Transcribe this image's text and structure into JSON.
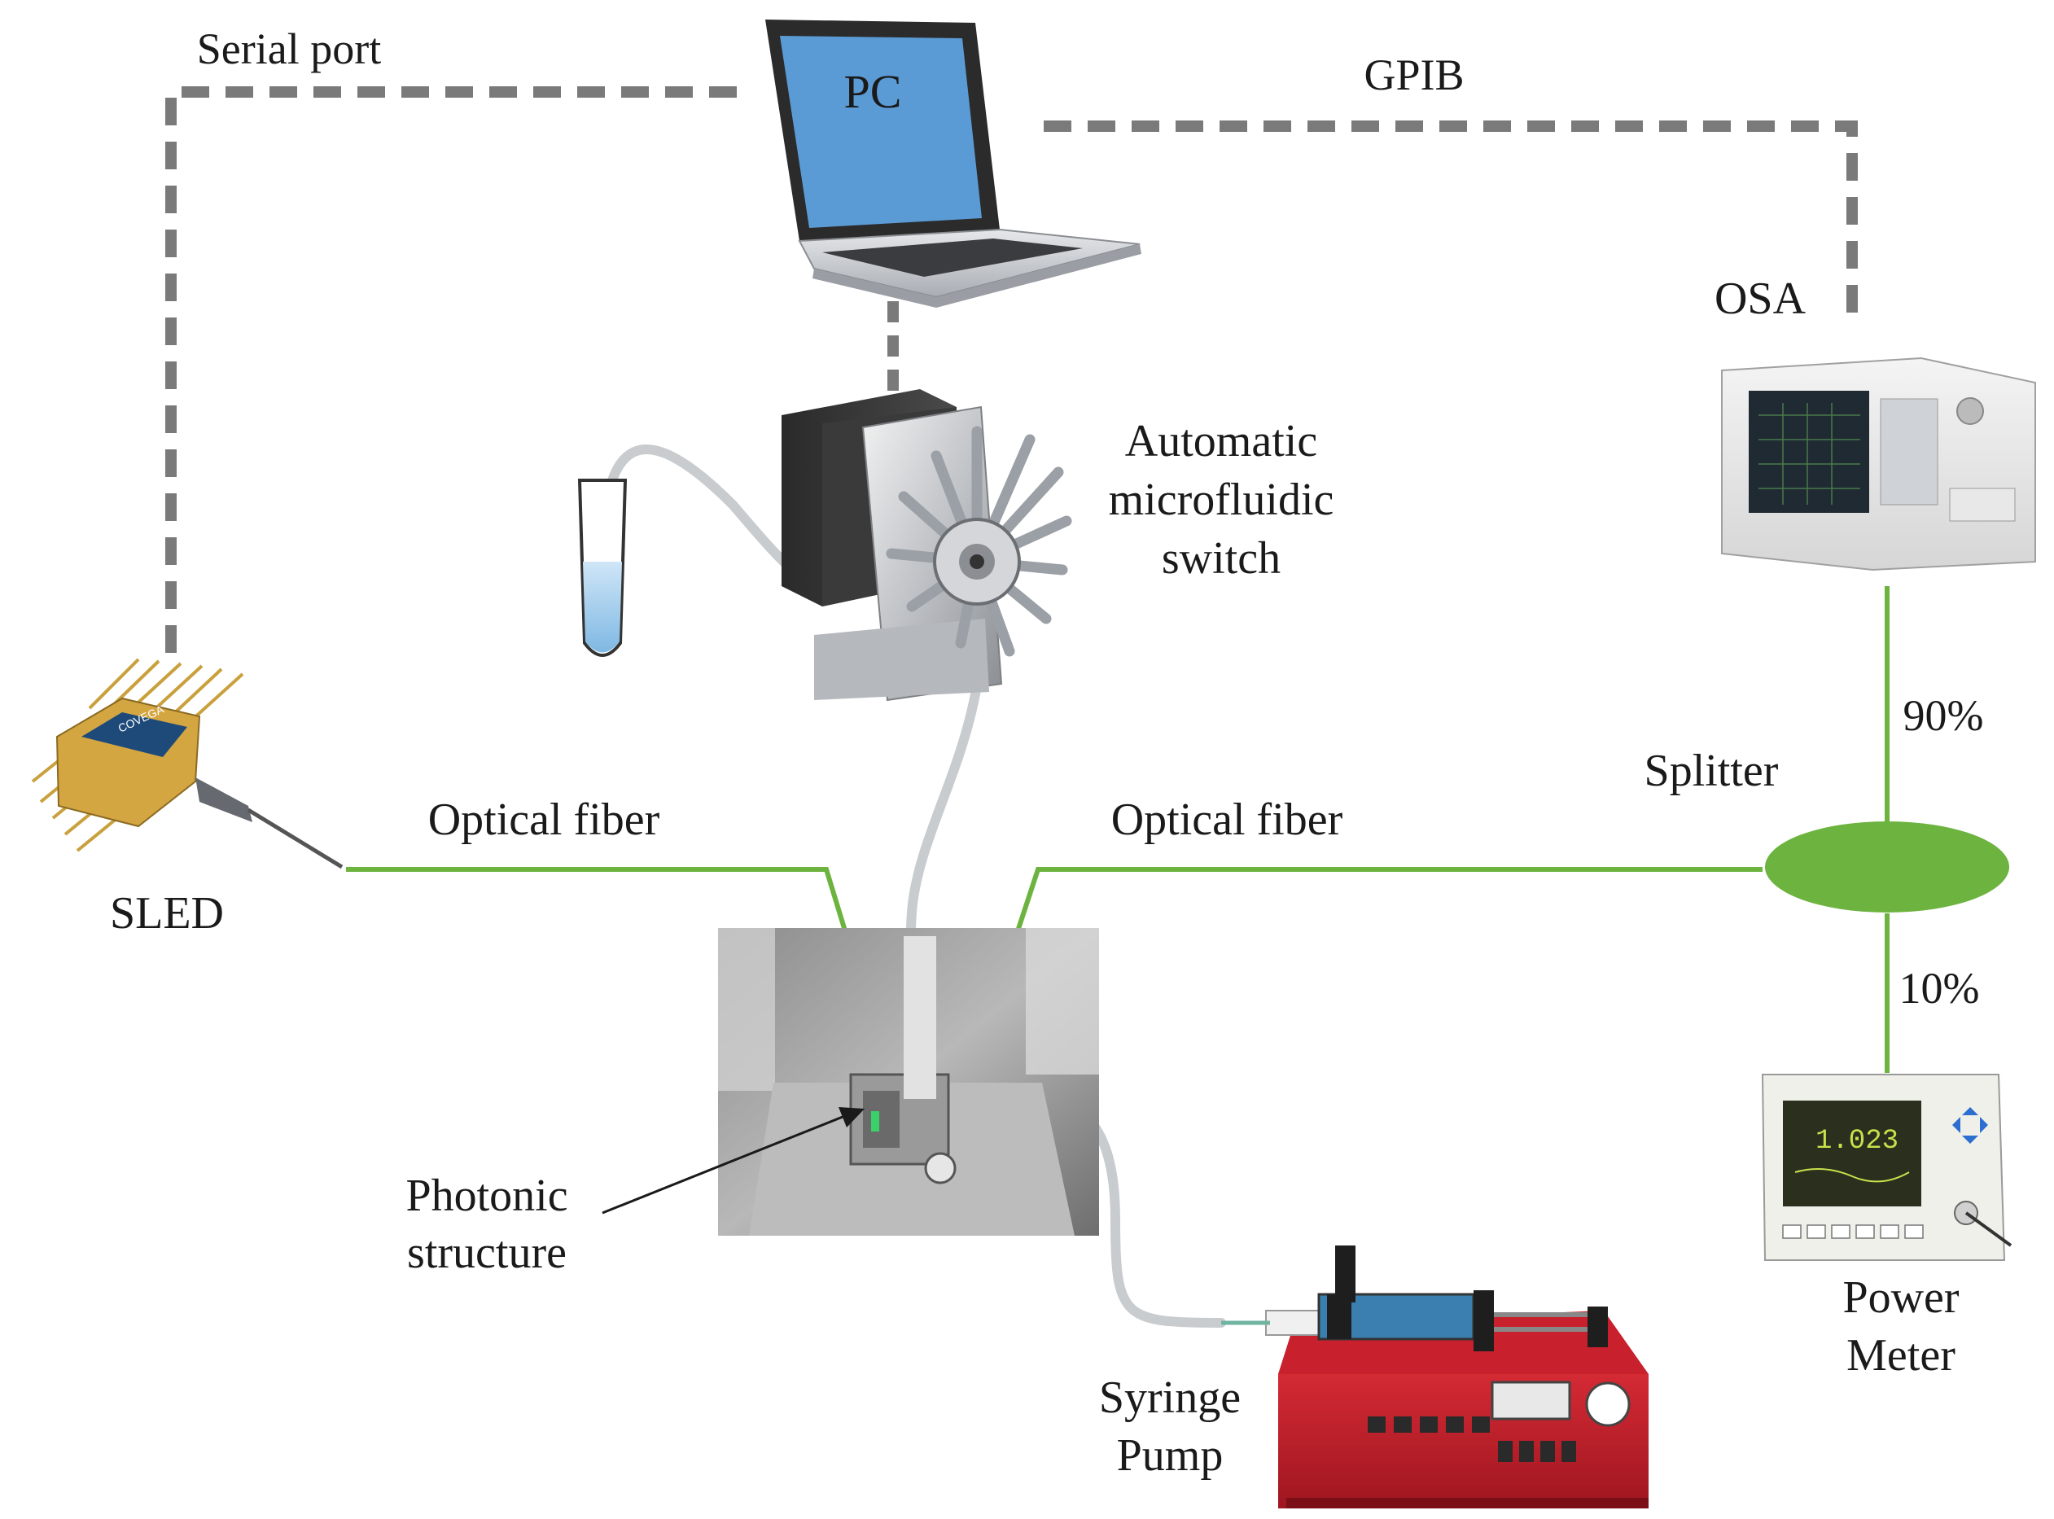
{
  "labels": {
    "pc": "PC",
    "serial_port": "Serial port",
    "gpib": "GPIB",
    "osa": "OSA",
    "auto_switch_line1": "Automatic",
    "auto_switch_line2": "microfluidic",
    "auto_switch_line3": "switch",
    "pct_90": "90%",
    "splitter": "Splitter",
    "pct_10": "10%",
    "optical_fiber_left": "Optical fiber",
    "optical_fiber_right": "Optical fiber",
    "sled": "SLED",
    "photonic_line1": "Photonic",
    "photonic_line2": "structure",
    "power_meter_line1": "Power",
    "power_meter_line2": "Meter",
    "syringe_line1": "Syringe",
    "syringe_line2": "Pump",
    "sled_brand": "COVEGA",
    "power_meter_reading": "1.023"
  },
  "colors": {
    "fiber": "#6db33f",
    "cable": "#7a7a7a",
    "screen": "#5b9bd5",
    "splitter": "#6db33f",
    "pump": "#c8202c",
    "sled_gold": "#d4a642"
  }
}
